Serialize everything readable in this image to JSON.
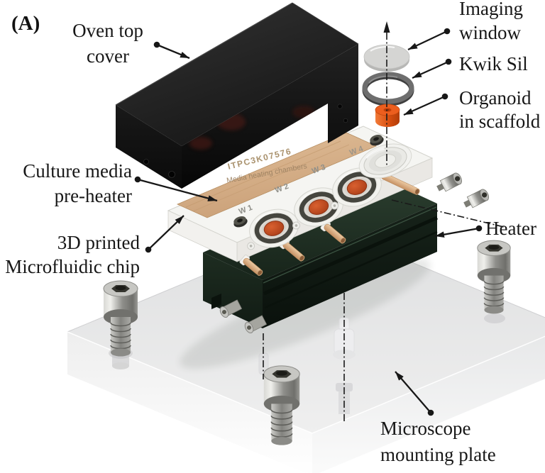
{
  "figure": {
    "panel_label": "(A)"
  },
  "callouts": {
    "oven_cover": {
      "line1": "Oven top",
      "line2": "cover"
    },
    "imaging_window": {
      "line1": "Imaging",
      "line2": "window"
    },
    "kwik_sil": {
      "line1": "Kwik Sil"
    },
    "organoid": {
      "line1": "Organoid",
      "line2": "in scaffold"
    },
    "pre_heater": {
      "line1": "Culture media",
      "line2": "pre-heater"
    },
    "chip": {
      "line1": "3D printed",
      "line2": "Microfluidic chip"
    },
    "heater": {
      "line1": "Heater"
    },
    "mounting_plate": {
      "line1": "Microscope",
      "line2": "mounting plate"
    }
  },
  "chip_engravings": {
    "serial": "ITPC3K07576",
    "title": "Media heating chambers",
    "well_labels": [
      "W 1",
      "W 2",
      "W 3",
      "W 4"
    ]
  },
  "colors": {
    "oven_cover_black": "#1b1b1b",
    "pre_heater_copper": "#d6b088",
    "heater_green": "#16251b",
    "organoid_orange": "#ec5e1e",
    "kwik_sil_gray": "#6e6e6e",
    "imaging_window_gray": "#d5d5d3",
    "screw_silver": "#b5b5b1",
    "annotation_color": "#171717"
  }
}
